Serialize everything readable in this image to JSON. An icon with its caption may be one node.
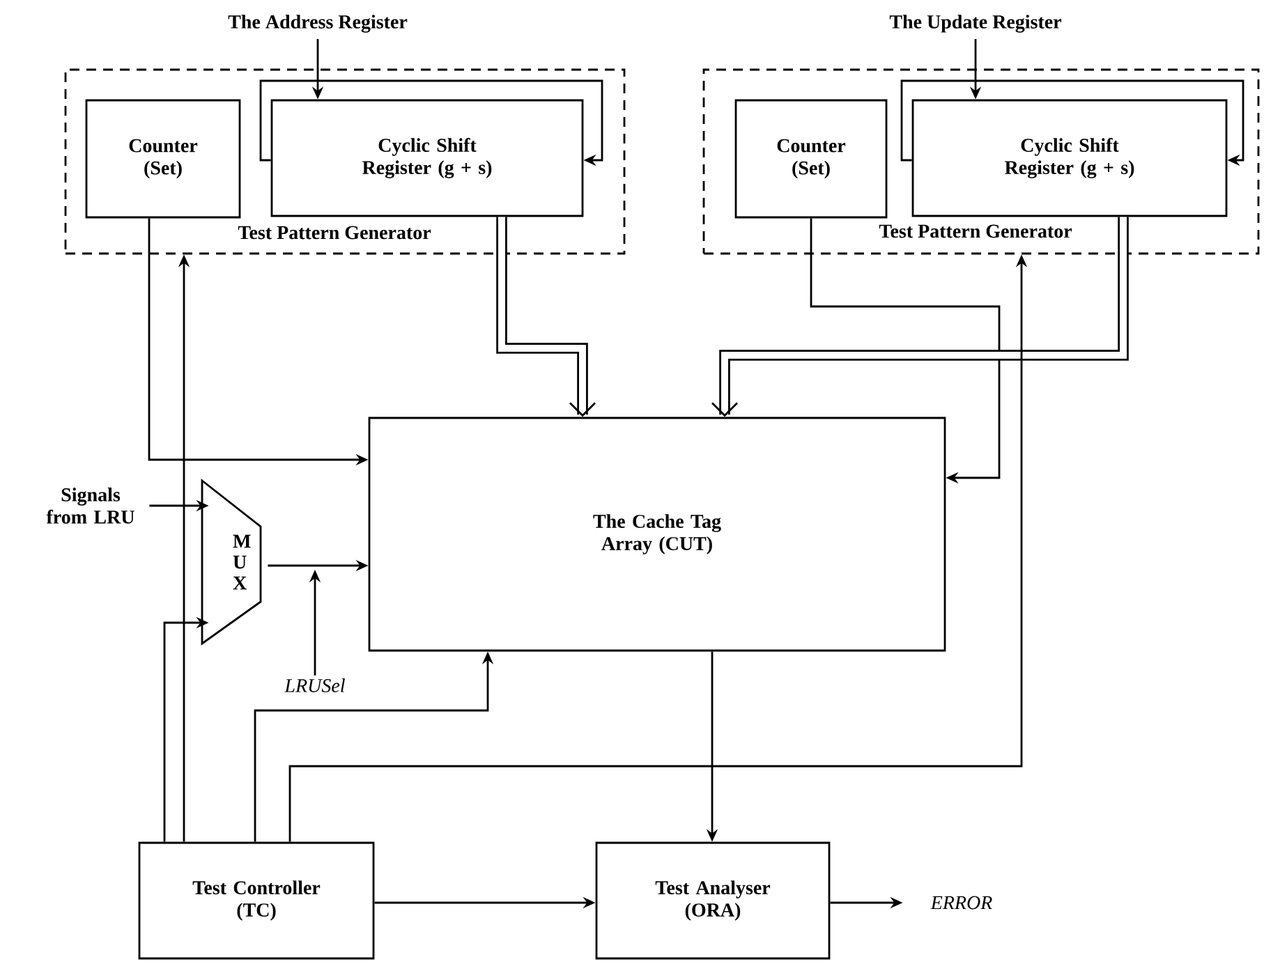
{
  "diagram": {
    "nodes": [
      {
        "text": [
          "The Address Register",
          "Test Pattern Generator"
        ]
      },
      {
        "text": [
          "Counter (Set)"
        ],
        "in": 0
      },
      {
        "text": [
          "Cyclic Shift Register (g + s)"
        ],
        "in": 0
      },
      {
        "text": [
          "The Update Register",
          "Test Pattern Generator"
        ]
      },
      {
        "text": [
          "Counter (Set)"
        ],
        "in": 3
      },
      {
        "text": [
          "Cyclic Shift Register (g + s)"
        ],
        "in": 3
      },
      {
        "text": [
          "The Cache Tag Array (CUT)"
        ]
      },
      {
        "text": [
          "M U X"
        ]
      },
      {
        "text": [
          "Signals from LRU"
        ]
      },
      {
        "text": [
          "LRUSel"
        ]
      },
      {
        "text": [
          "Test Controller (TC)"
        ]
      },
      {
        "text": [
          "Test Analyser (ORA)"
        ]
      },
      {
        "text": [
          "ERROR"
        ]
      }
    ],
    "edges": [
      {
        "from": null,
        "to": 2,
        "arrow": "to"
      },
      {
        "from": 2,
        "to": 2,
        "arrow": "to"
      },
      {
        "from": 1,
        "to": 6,
        "arrow": "to"
      },
      {
        "from": 2,
        "to": 6,
        "arrow": "to",
        "style": "thick"
      },
      {
        "from": null,
        "to": 5,
        "arrow": "to"
      },
      {
        "from": 5,
        "to": 5,
        "arrow": "to"
      },
      {
        "from": 4,
        "to": 6,
        "arrow": "to"
      },
      {
        "from": 5,
        "to": 6,
        "arrow": "to",
        "style": "thick"
      },
      {
        "from": 8,
        "to": 7,
        "arrow": "to"
      },
      {
        "from": 10,
        "to": 7,
        "arrow": "to"
      },
      {
        "from": 7,
        "to": 6,
        "arrow": "to"
      },
      {
        "from": 9,
        "to": null,
        "arrow": "to"
      },
      {
        "from": 10,
        "to": 0,
        "arrow": "to"
      },
      {
        "from": 10,
        "to": 6,
        "arrow": "to"
      },
      {
        "from": 10,
        "to": 3,
        "arrow": "to"
      },
      {
        "from": 6,
        "to": 11,
        "arrow": "to"
      },
      {
        "from": 10,
        "to": 11,
        "arrow": "to"
      },
      {
        "from": 11,
        "to": 12,
        "arrow": "to"
      }
    ]
  }
}
